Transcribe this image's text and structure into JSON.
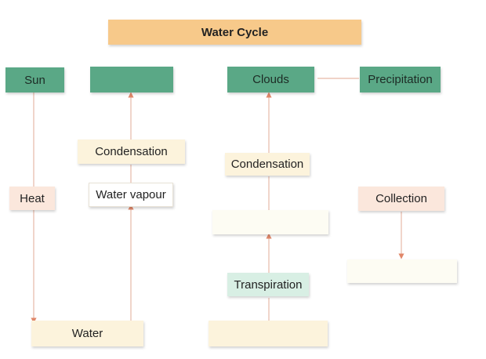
{
  "title": "Water Cycle",
  "nodes": {
    "sun": "Sun",
    "blank_top": "",
    "clouds": "Clouds",
    "precipitation": "Precipitation",
    "condensation_1": "Condensation",
    "condensation_2": "Condensation",
    "heat": "Heat",
    "water_vapour": "Water vapour",
    "collection": "Collection",
    "blank_mid": "",
    "blank_right": "",
    "transpiration": "Transpiration",
    "water": "Water",
    "blank_bottom": ""
  },
  "colors": {
    "title": "#f7c98a",
    "header_node": "#5aa886",
    "arrow": "#e0876a",
    "connector": "#e7b9a8"
  }
}
